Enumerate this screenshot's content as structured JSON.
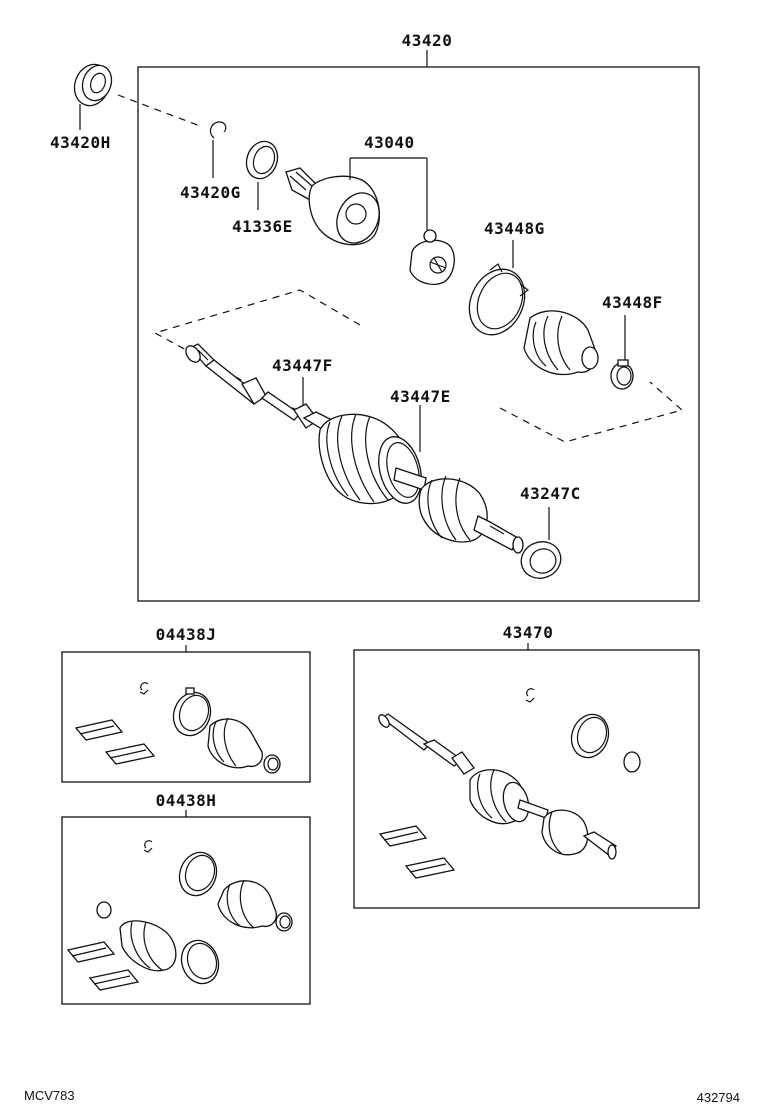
{
  "diagram": {
    "main_assembly": {
      "label": "43420",
      "parts": {
        "p43420H": "43420H",
        "p43420G": "43420G",
        "p41336E": "41336E",
        "p43040": "43040",
        "p43448G": "43448G",
        "p43448F": "43448F",
        "p43447F": "43447F",
        "p43447E": "43447E",
        "p43247C": "43247C"
      }
    },
    "kits": [
      {
        "label": "04438J"
      },
      {
        "label": "04438H"
      },
      {
        "label": "43470"
      }
    ],
    "footer": {
      "left_code": "MCV783",
      "right_code": "432794"
    }
  }
}
